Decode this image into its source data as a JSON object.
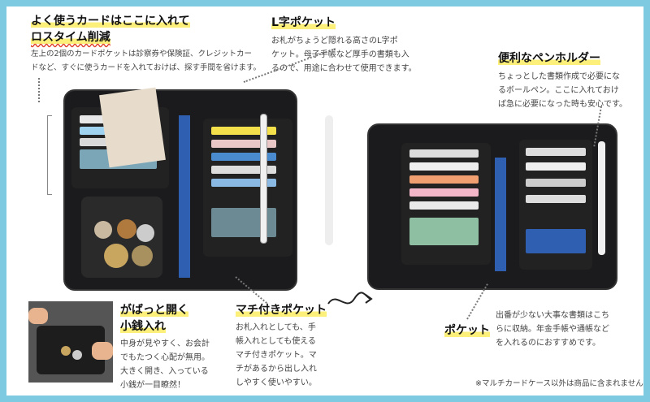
{
  "features": [
    {
      "title_lines": [
        "よく使うカードはここに入れて",
        "ロスタイム削減"
      ],
      "desc_lines": [
        "左上の2個のカードポケットは診察券や保険証、クレジットカー",
        "ドなど、すぐに使うカードを入れておけば、探す手間を省けます。"
      ]
    },
    {
      "title_lines": [
        "L字ポケット"
      ],
      "desc_lines": [
        "お札がちょうど隠れる高さのL字ポ",
        "ケット。母子手帳など厚手の書類も入",
        "るので、用途に合わせて使用できます。"
      ]
    },
    {
      "title_lines": [
        "便利なペンホルダー"
      ],
      "desc_lines": [
        "ちょっとした書類作成で必要にな",
        "るボールペン。ここに入れておけ",
        "ば急に必要になった時も安心です。"
      ]
    },
    {
      "title_lines": [
        "がばっと開く",
        "小銭入れ"
      ],
      "desc_lines": [
        "中身が見やすく、お会計",
        "でもたつく心配が無用。",
        "大きく開き、入っている",
        "小銭が一目瞭然！"
      ]
    },
    {
      "title_lines": [
        "マチ付きポケット"
      ],
      "desc_lines": [
        "お札入れとしても、手",
        "帳入れとしても使える",
        "マチ付きポケット。マ",
        "チがあるから出し入れ",
        "しやすく使いやすい。"
      ]
    },
    {
      "title_lines": [
        "ポケット"
      ],
      "desc_lines": [
        "出番が少ない大事な書類はこち",
        "らに収納。年金手帳や通帳など",
        "を入れるのにおすすめです。"
      ]
    }
  ],
  "note": "※マルチカードケース以外は商品に含まれません",
  "colors": {
    "frame": "#7ecae0",
    "highlight": "#fdf07a",
    "underline": "#e0402a"
  }
}
